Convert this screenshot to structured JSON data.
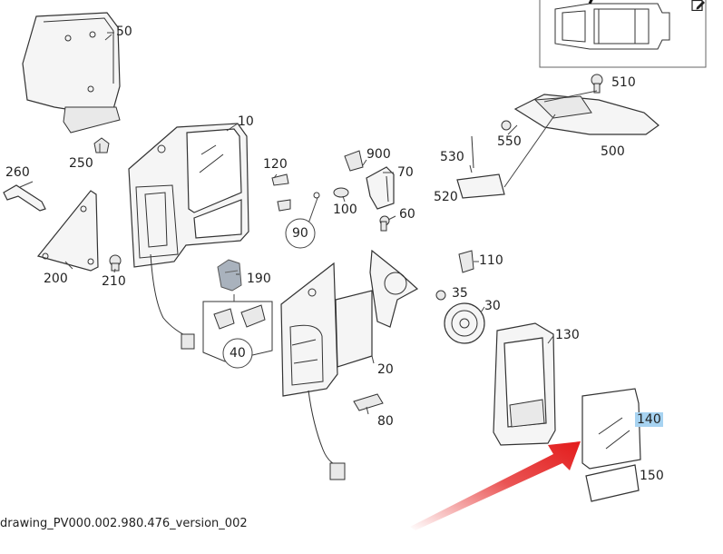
{
  "callouts": [
    {
      "id": "50",
      "text": "50"
    },
    {
      "id": "10",
      "text": "10"
    },
    {
      "id": "250",
      "text": "250"
    },
    {
      "id": "260",
      "text": "260"
    },
    {
      "id": "120",
      "text": "120"
    },
    {
      "id": "900",
      "text": "900"
    },
    {
      "id": "70",
      "text": "70"
    },
    {
      "id": "100",
      "text": "100"
    },
    {
      "id": "90",
      "text": "90"
    },
    {
      "id": "60",
      "text": "60"
    },
    {
      "id": "200",
      "text": "200"
    },
    {
      "id": "210",
      "text": "210"
    },
    {
      "id": "190",
      "text": "190"
    },
    {
      "id": "40",
      "text": "40"
    },
    {
      "id": "510",
      "text": "510"
    },
    {
      "id": "550",
      "text": "550"
    },
    {
      "id": "530",
      "text": "530"
    },
    {
      "id": "500",
      "text": "500"
    },
    {
      "id": "520",
      "text": "520"
    },
    {
      "id": "110",
      "text": "110"
    },
    {
      "id": "35",
      "text": "35"
    },
    {
      "id": "30",
      "text": "30"
    },
    {
      "id": "130",
      "text": "130"
    },
    {
      "id": "20",
      "text": "20"
    },
    {
      "id": "80",
      "text": "80"
    },
    {
      "id": "140",
      "text": "140",
      "highlighted": true
    },
    {
      "id": "150",
      "text": "150"
    }
  ],
  "caption": "drawing_PV000.002.980.476_version_002",
  "colors": {
    "highlight": "#a7d3f1",
    "arrow": "#e31b1b",
    "line": "#333333"
  },
  "icons": {
    "corner": "edit-icon",
    "arrow": "red-pointer-arrow"
  }
}
